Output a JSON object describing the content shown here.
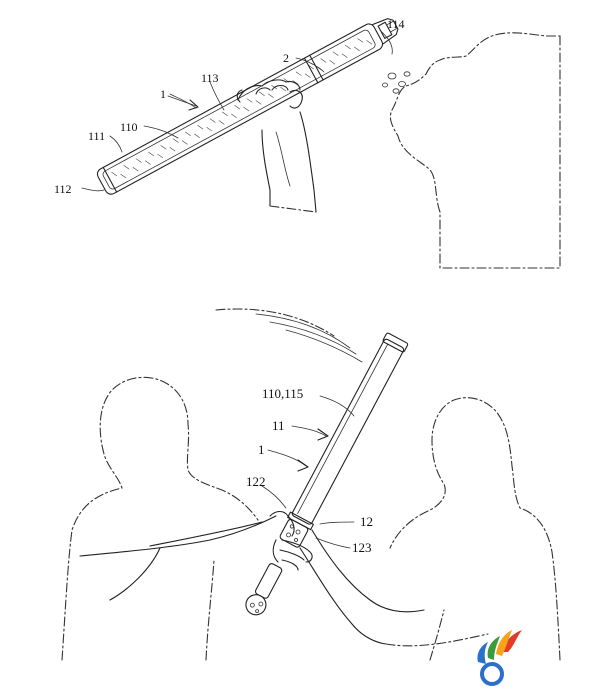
{
  "figure_top": {
    "labels": {
      "device": "1",
      "body": "110",
      "tube": "111",
      "end_cap": "112",
      "handle_region": "113",
      "nozzle": "114",
      "cartridge": "2"
    }
  },
  "figure_bottom": {
    "labels": {
      "device": "1",
      "tube": "11",
      "body_light": "110,115",
      "grip": "12",
      "grip_part_a": "122",
      "grip_part_b": "123"
    }
  },
  "logo": {
    "name": "flame-logo",
    "colors": [
      "#e23b2a",
      "#f7a21b",
      "#3a9c3f",
      "#2c6fc9"
    ]
  }
}
